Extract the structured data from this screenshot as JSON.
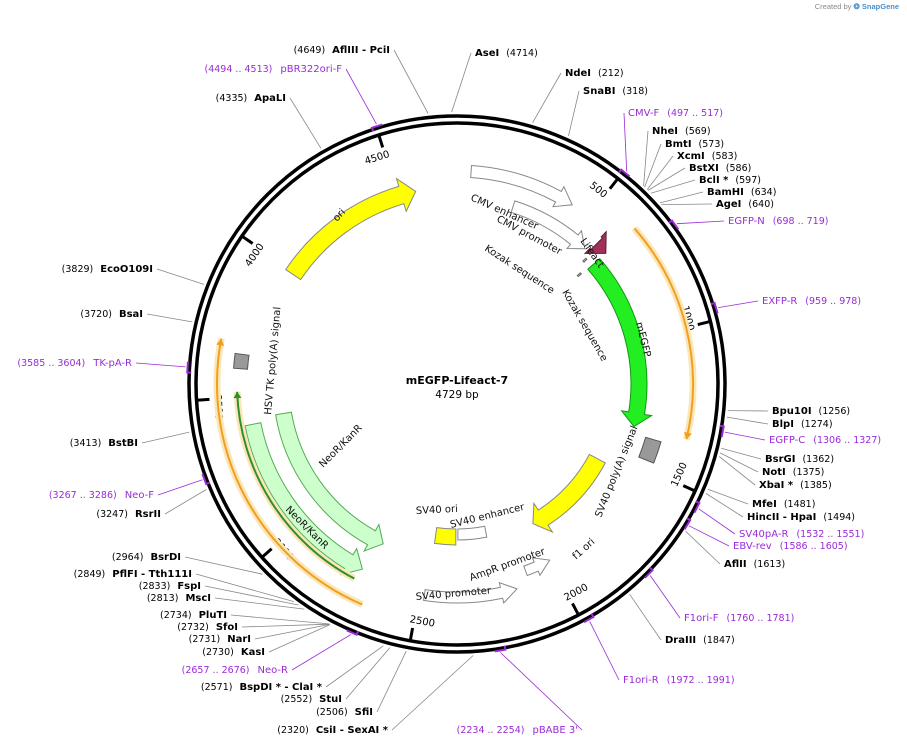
{
  "credit": {
    "prefix": "Created by",
    "brand": "SnapGene"
  },
  "plasmid": {
    "name": "mEGFP-Lifeact-7",
    "size_text": "4729 bp",
    "length": 4729
  },
  "ticks": [
    "500",
    "1000",
    "1500",
    "2000",
    "2500",
    "3000",
    "3500",
    "4000",
    "4500"
  ],
  "sites": [
    {
      "name": "AseI",
      "pos": "(4714)"
    },
    {
      "name": "NdeI",
      "pos": "(212)"
    },
    {
      "name": "SnaBI",
      "pos": "(318)"
    },
    {
      "name": "NheI",
      "pos": "(569)"
    },
    {
      "name": "BmtI",
      "pos": "(573)"
    },
    {
      "name": "XcmI",
      "pos": "(583)"
    },
    {
      "name": "BstXI",
      "pos": "(586)"
    },
    {
      "name": "BclI *",
      "pos": "(597)"
    },
    {
      "name": "BamHI",
      "pos": "(634)"
    },
    {
      "name": "AgeI",
      "pos": "(640)"
    },
    {
      "name": "Bpu10I",
      "pos": "(1256)"
    },
    {
      "name": "BlpI",
      "pos": "(1274)"
    },
    {
      "name": "BsrGI",
      "pos": "(1362)"
    },
    {
      "name": "NotI",
      "pos": "(1375)"
    },
    {
      "name": "XbaI *",
      "pos": "(1385)"
    },
    {
      "name": "MfeI",
      "pos": "(1481)"
    },
    {
      "name": "HincII - HpaI",
      "pos": "(1494)"
    },
    {
      "name": "AflII",
      "pos": "(1613)"
    },
    {
      "name": "DraIII",
      "pos": "(1847)"
    },
    {
      "name": "CsiI - SexAI *",
      "pos": "(2320)"
    },
    {
      "name": "SfiI",
      "pos": "(2506)"
    },
    {
      "name": "StuI",
      "pos": "(2552)"
    },
    {
      "name": "BspDI * - ClaI *",
      "pos": "(2571)"
    },
    {
      "name": "KasI",
      "pos": "(2730)"
    },
    {
      "name": "NarI",
      "pos": "(2731)"
    },
    {
      "name": "SfoI",
      "pos": "(2732)"
    },
    {
      "name": "PluTI",
      "pos": "(2734)"
    },
    {
      "name": "MscI",
      "pos": "(2813)"
    },
    {
      "name": "FspI",
      "pos": "(2833)"
    },
    {
      "name": "PflFI - Tth111I",
      "pos": "(2849)"
    },
    {
      "name": "BsrDI",
      "pos": "(2964)"
    },
    {
      "name": "RsrII",
      "pos": "(3247)"
    },
    {
      "name": "BstBI",
      "pos": "(3413)"
    },
    {
      "name": "BsaI",
      "pos": "(3720)"
    },
    {
      "name": "EcoO109I",
      "pos": "(3829)"
    },
    {
      "name": "ApaLI",
      "pos": "(4335)"
    },
    {
      "name": "AflIII - PciI",
      "pos": "(4649)"
    }
  ],
  "primers": [
    {
      "name": "CMV-F",
      "pos": "(497 .. 517)"
    },
    {
      "name": "EGFP-N",
      "pos": "(698 .. 719)"
    },
    {
      "name": "EXFP-R",
      "pos": "(959 .. 978)"
    },
    {
      "name": "EGFP-C",
      "pos": "(1306 .. 1327)"
    },
    {
      "name": "SV40pA-R",
      "pos": "(1532 .. 1551)"
    },
    {
      "name": "EBV-rev",
      "pos": "(1586 .. 1605)"
    },
    {
      "name": "F1ori-F",
      "pos": "(1760 .. 1781)"
    },
    {
      "name": "F1ori-R",
      "pos": "(1972 .. 1991)"
    },
    {
      "name": "pBABE 3'",
      "pos": "(2234 .. 2254)"
    },
    {
      "name": "Neo-R",
      "pos": "(2657 .. 2676)"
    },
    {
      "name": "Neo-F",
      "pos": "(3267 .. 3286)"
    },
    {
      "name": "TK-pA-R",
      "pos": "(3585 .. 3604)"
    },
    {
      "name": "pBR322ori-F",
      "pos": "(4494 .. 4513)"
    }
  ],
  "features": {
    "cmv_enhancer": "CMV enhancer",
    "cmv_promoter": "CMV promoter",
    "lifeact": "Lifeact",
    "kozak1": "Kozak sequence",
    "kozak2": "Kozak sequence",
    "megfp": "mEGFP",
    "sv40_polya": "SV40 poly(A) signal",
    "f1_ori": "f1 ori",
    "ampr_promoter": "AmpR promoter",
    "sv40_promoter": "SV40 promoter",
    "sv40_ori": "SV40 ori",
    "sv40_enhancer": "SV40 enhancer",
    "neor_inner": "NeoR/KanR",
    "neor_outer": "NeoR/KanR",
    "hsv_tk": "HSV TK poly(A) signal",
    "ori": "ori"
  },
  "colors": {
    "megfp": "#22ee22",
    "ori": "#ffff00",
    "neor": "#ccffcc",
    "neor_stroke": "#55aa55",
    "orf": "#f0a020",
    "lifeact": "#a0305a",
    "polya": "#999999",
    "primer": "#9a2bd6",
    "neor_orf": "#2f8f2f"
  }
}
